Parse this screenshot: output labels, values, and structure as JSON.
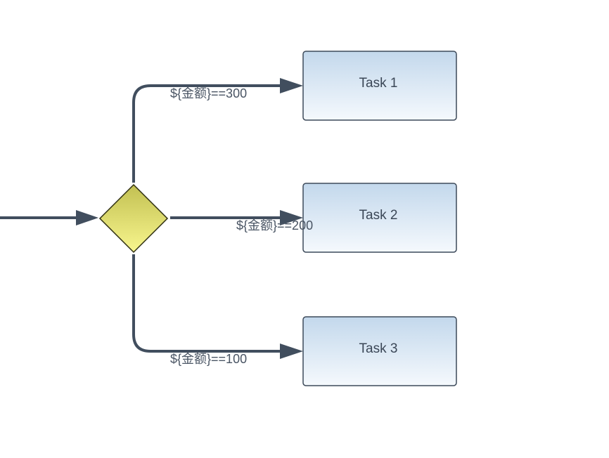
{
  "diagram": {
    "gateway": {
      "name": "exclusive-gateway"
    },
    "tasks": [
      {
        "label": "Task 1"
      },
      {
        "label": "Task 2"
      },
      {
        "label": "Task 3"
      }
    ],
    "conditions": [
      {
        "label": "${金额}==300"
      },
      {
        "label": "${金额}==200"
      },
      {
        "label": "${金额}==100"
      }
    ]
  },
  "colors": {
    "flow_stroke": "#414e5e",
    "task_fill_top": "#c3d8ec",
    "task_fill_bottom": "#f5f9fd",
    "task_border": "#3d4a5a",
    "gateway_fill_top": "#c9c75a",
    "gateway_fill_bottom": "#f6f48a"
  }
}
